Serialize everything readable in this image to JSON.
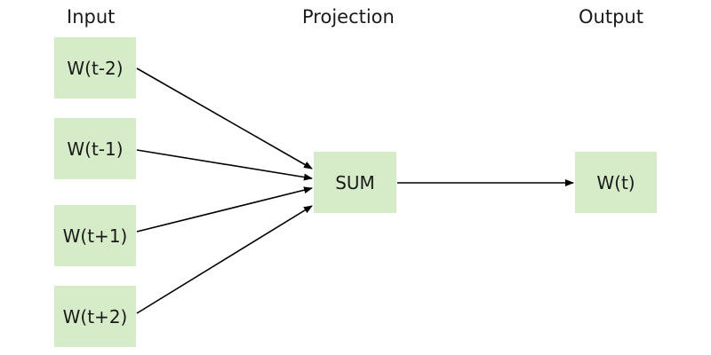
{
  "headings": {
    "input": "Input",
    "projection": "Projection",
    "output": "Output"
  },
  "nodes": {
    "input_t_minus_2": "W(t-2)",
    "input_t_minus_1": "W(t-1)",
    "input_t_plus_1": "W(t+1)",
    "input_t_plus_2": "W(t+2)",
    "sum": "SUM",
    "output": "W(t)"
  },
  "colors": {
    "node_fill": "#d6ecc8",
    "edge": "#000000",
    "text": "#1a1a1a"
  }
}
